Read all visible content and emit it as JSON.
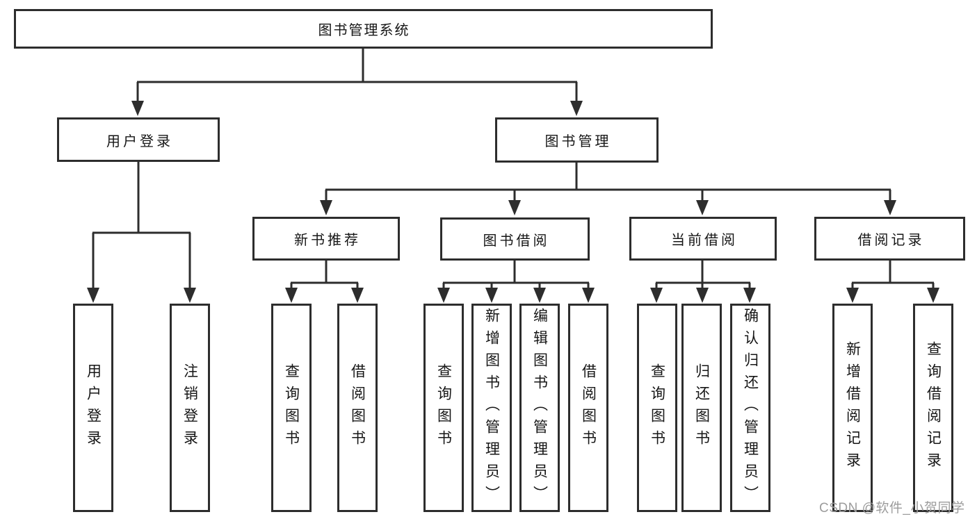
{
  "diagram": {
    "title": "图书管理系统",
    "type": "hierarchical functional structure chart",
    "nodes": {
      "root": "图书管理系统",
      "user_login": "用户登录",
      "book_mgmt": "图书管理",
      "new_book_rec": "新书推荐",
      "book_borrow": "图书借阅",
      "current_borrow": "当前借阅",
      "borrow_record": "借阅记录",
      "leaf_user_login": "用户登录",
      "leaf_logout": "注销登录",
      "leaf_query_book_rec": "查询图书",
      "leaf_borrow_book_rec": "借阅图书",
      "leaf_query_book_borrow": "查询图书",
      "leaf_add_book_admin": "新增图书（管理员）",
      "leaf_edit_book_admin": "编辑图书（管理员）",
      "leaf_borrow_book_borrow": "借阅图书",
      "leaf_query_book_current": "查询图书",
      "leaf_return_book": "归还图书",
      "leaf_confirm_return_admin": "确认归还（管理员）",
      "leaf_add_borrow_record": "新增借阅记录",
      "leaf_query_borrow_record": "查询借阅记录"
    },
    "edges": [
      [
        "图书管理系统",
        "用户登录"
      ],
      [
        "图书管理系统",
        "图书管理"
      ],
      [
        "用户登录",
        "用户登录(叶)"
      ],
      [
        "用户登录",
        "注销登录"
      ],
      [
        "图书管理",
        "新书推荐"
      ],
      [
        "图书管理",
        "图书借阅"
      ],
      [
        "图书管理",
        "当前借阅"
      ],
      [
        "图书管理",
        "借阅记录"
      ],
      [
        "新书推荐",
        "查询图书"
      ],
      [
        "新书推荐",
        "借阅图书"
      ],
      [
        "图书借阅",
        "查询图书"
      ],
      [
        "图书借阅",
        "新增图书（管理员）"
      ],
      [
        "图书借阅",
        "编辑图书（管理员）"
      ],
      [
        "图书借阅",
        "借阅图书"
      ],
      [
        "当前借阅",
        "查询图书"
      ],
      [
        "当前借阅",
        "归还图书"
      ],
      [
        "当前借阅",
        "确认归还（管理员）"
      ],
      [
        "借阅记录",
        "新增借阅记录"
      ],
      [
        "借阅记录",
        "查询借阅记录"
      ]
    ],
    "colors": {
      "line": "#2d2d2d",
      "box_border": "#2d2d2d",
      "box_fill": "#ffffff",
      "text": "#161616",
      "background": "#ffffff",
      "watermark": "#9c9c9c"
    }
  },
  "watermark": "CSDN @软件_小贺同学"
}
